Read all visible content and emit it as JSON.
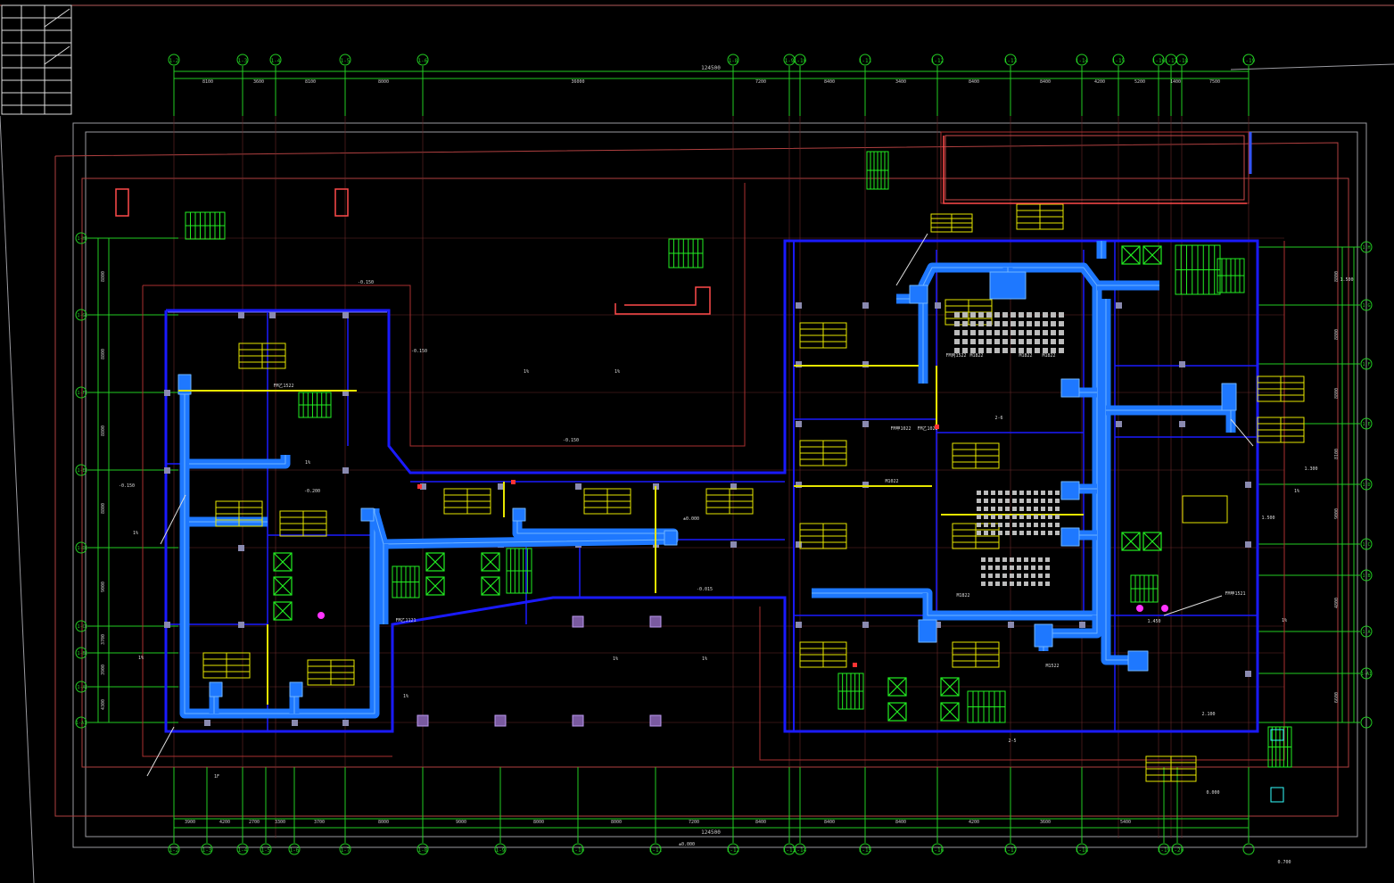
{
  "colors": {
    "background": "#000000",
    "grid": "#22cc22",
    "wall": "#1a1aff",
    "duct": "#1e78ff",
    "duct_edge": "#6fb4ff",
    "accent": "#ff3333",
    "yellow": "#e6e600",
    "magenta": "#ff33ff",
    "cyan": "#33ffff",
    "white": "#cfcfcf",
    "boundary": "#9a9aa0"
  },
  "grid_top_labels": [
    "1-2",
    "1-3",
    "1-4",
    "1-5",
    "1-6",
    "1-8",
    "1-9",
    "1-10",
    "1-11",
    "1-12",
    "1-13",
    "1-14",
    "1-15",
    "1-16",
    "1-17",
    "1-18",
    "1-19"
  ],
  "grid_bottom_labels": [
    "1-2",
    "1-3",
    "1-4",
    "1-5",
    "1-6",
    "1-7",
    "1-8",
    "1-9",
    "1-10",
    "1-11",
    "1-12",
    "1-13",
    "1-14",
    "1-15",
    "1-16",
    "1-17",
    "1-18",
    "1-19",
    "1-20"
  ],
  "grid_left_labels": [
    "1-H",
    "1-G",
    "1-F",
    "1-E",
    "1-D",
    "1-C",
    "1-B",
    "1-A",
    "1-A1"
  ],
  "grid_right_labels": [
    "1-H",
    "1-G",
    "1-F",
    "1-E",
    "1-D",
    "1-C",
    "1-B",
    "1-A",
    "1-A1"
  ],
  "dims_top": [
    "8100",
    "3600",
    "8100",
    "8000",
    "36000",
    "7200",
    "8400",
    "3400",
    "8400",
    "8400",
    "4200",
    "5200",
    "1400",
    "7500"
  ],
  "dims_top_total": "124500",
  "dims_bottom": [
    "3900",
    "4200",
    "2700",
    "3300",
    "3700",
    "8000",
    "9000",
    "8000",
    "8000",
    "7200",
    "8400",
    "8400",
    "8400",
    "4200",
    "3600",
    "5400"
  ],
  "dims_bottom_total": "124500",
  "dims_left": [
    "8800",
    "8800",
    "8800",
    "8800",
    "9000",
    "3700",
    "3900",
    "4300"
  ],
  "dims_right": [
    "8800",
    "8800",
    "8800",
    "8100",
    "9000",
    "4800",
    "6600"
  ],
  "elevation_labels": [
    "-0.150",
    "-0.150",
    "-0.150",
    "-0.200",
    "-0.015",
    "-0.150",
    "±0.000",
    "1.500",
    "1.500",
    "1.300",
    "1.450",
    "2.100",
    "0.000",
    "0.700"
  ],
  "slope_labels": [
    "1%",
    "1%",
    "1%",
    "1%",
    "1%",
    "1%",
    "1%",
    "1%",
    "1%",
    "1%"
  ],
  "room_tags": [
    "FM乙1522",
    "FM甲1022",
    "FM乙1022",
    "FM丙1522",
    "M1822",
    "M1822",
    "M1822",
    "M1822",
    "M1022",
    "M1522",
    "FM甲1521",
    "FM乙1121"
  ],
  "notes": [
    "2-5",
    "2-6",
    "1F",
    "±0.000"
  ]
}
